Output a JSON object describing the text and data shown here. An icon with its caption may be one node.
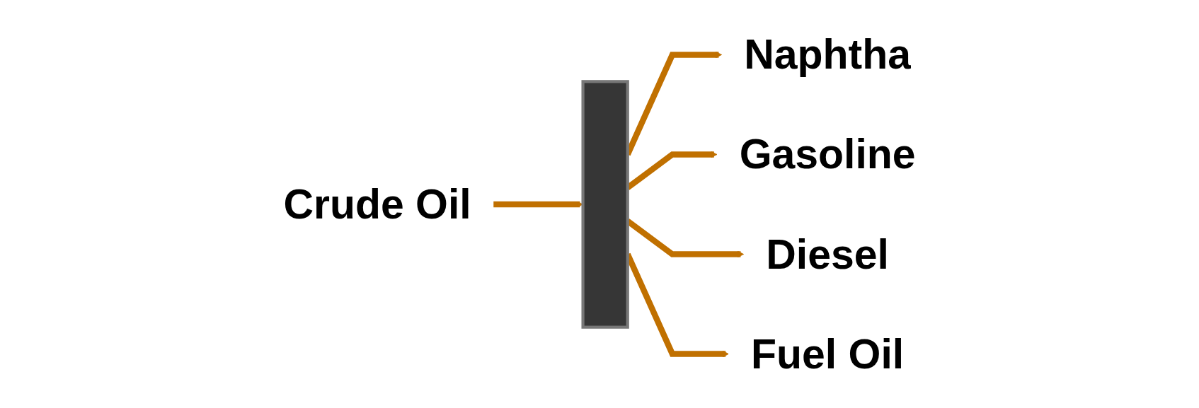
{
  "diagram": {
    "nodes": [
      {
        "text": [
          "Crude Oil"
        ]
      },
      {
        "text": [],
        "shape": "box"
      },
      {
        "text": [
          "Naphtha"
        ]
      },
      {
        "text": [
          "Gasoline"
        ]
      },
      {
        "text": [
          "Diesel"
        ]
      },
      {
        "text": [
          "Fuel Oil"
        ]
      }
    ],
    "edges": [
      {
        "from": 0,
        "to": 1,
        "arrow": "to"
      },
      {
        "from": 1,
        "to": 2,
        "arrow": "to"
      },
      {
        "from": 1,
        "to": 3,
        "arrow": "to"
      },
      {
        "from": 1,
        "to": 4,
        "arrow": "to"
      },
      {
        "from": 1,
        "to": 5,
        "arrow": "to"
      }
    ]
  }
}
